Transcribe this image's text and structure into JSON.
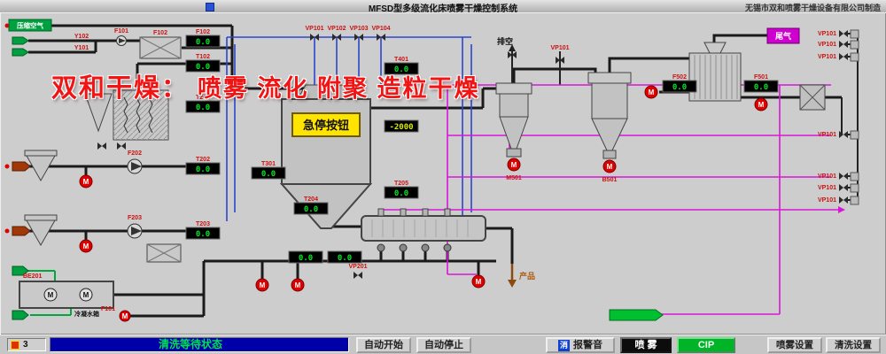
{
  "title_bar": {
    "title": "MFSD型多级流化床喷雾干燥控制系统",
    "manufacturer": "无锡市双和喷雾干燥设备有限公司制造"
  },
  "watermark": {
    "prefix": "双和干燥：",
    "body": "喷雾 流化 附聚 造粒干燥"
  },
  "labels": {
    "compressed_air": "压缩空气",
    "vent": "排空",
    "tail_gas": "尾气",
    "product": "产品",
    "condensate_tank": "冷凝水箱",
    "estop": "急停按钮",
    "pump_motor": "M"
  },
  "tags": {
    "f101": "F101",
    "f102": "F102",
    "f202": "F202",
    "f203": "F203",
    "f501": "F501",
    "f502": "F502",
    "y101": "Y101",
    "y102": "Y102",
    "t102": "T102",
    "t201": "T201",
    "t202": "T202",
    "t203": "T203",
    "t204": "T204",
    "t205": "T205",
    "t301": "T301",
    "t401": "T401",
    "vp101": "VP101",
    "vp102": "VP102",
    "vp103": "VP103",
    "vp104": "VP104",
    "vp201": "VP201",
    "m501": "M501",
    "b501": "B501",
    "be201": "BE201"
  },
  "displays": {
    "f102": "0.0",
    "t102": "0.0",
    "t201": "0.0",
    "t202": "0.0",
    "t203": "0.0",
    "t204": "0.0",
    "t205": "0.0",
    "t301": "0.0",
    "t401": "0.0",
    "chamber_pressure": "-2000",
    "f501": "0.0",
    "f502": "0.0",
    "bed_a": "0.0",
    "bed_b": "0.0"
  },
  "status_bar": {
    "counter": "3",
    "status": "清洗等待状态",
    "buttons": {
      "auto_start": "自动开始",
      "auto_stop": "自动停止",
      "mute_icon": "消",
      "mute": "报警音",
      "spray": "喷 雾",
      "cip": "CIP",
      "spray_settings": "喷雾设置",
      "clean_settings": "清洗设置"
    }
  }
}
